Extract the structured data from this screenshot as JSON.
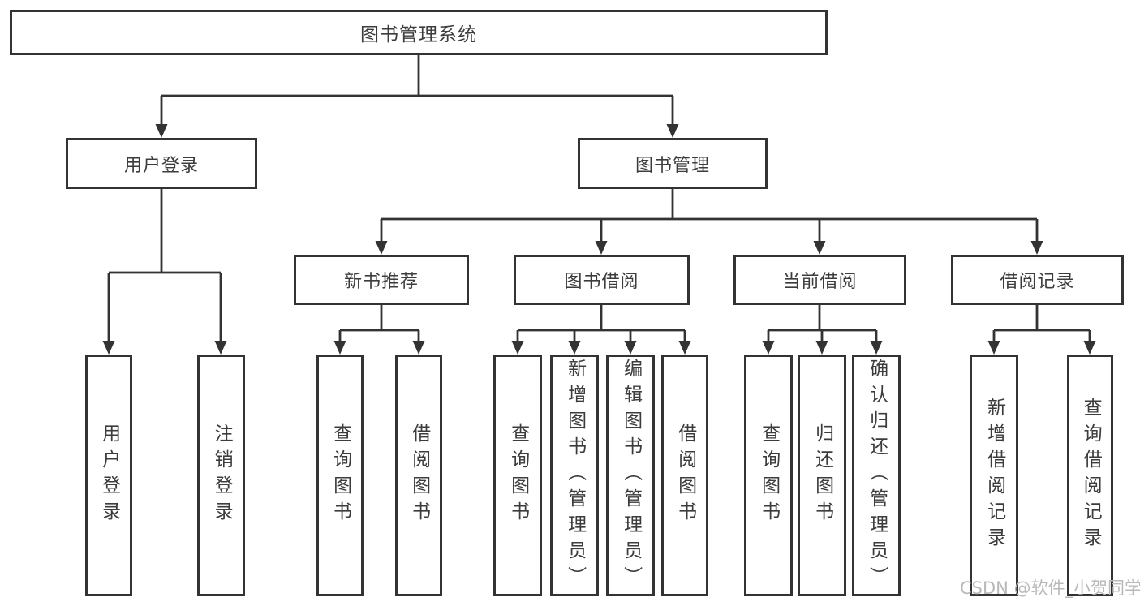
{
  "diagram": {
    "nodes": {
      "root": "图书管理系统",
      "user_login_group": "用户登录",
      "book_mgmt_group": "图书管理",
      "new_book_rec": "新书推荐",
      "book_borrow": "图书借阅",
      "current_borrow": "当前借阅",
      "borrow_records": "借阅记录",
      "leaf_user_login": "用户登录",
      "leaf_logout": "注销登录",
      "leaf_query_book_1": "查询图书",
      "leaf_borrow_book_1": "借阅图书",
      "leaf_query_book_2": "查询图书",
      "leaf_add_book": "新增图书（管理员）",
      "leaf_edit_book": "编辑图书（管理员）",
      "leaf_borrow_book_2": "借阅图书",
      "leaf_query_book_3": "查询图书",
      "leaf_return_book": "归还图书",
      "leaf_confirm_return": "确认归还（管理员）",
      "leaf_add_record": "新增借阅记录",
      "leaf_query_record": "查询借阅记录"
    },
    "colors": {
      "line": "#333333",
      "text": "#3c3c3c",
      "watermark": "#b9b9b9",
      "background": "#ffffff"
    }
  },
  "watermark": "CSDN @软件_小贺同学"
}
